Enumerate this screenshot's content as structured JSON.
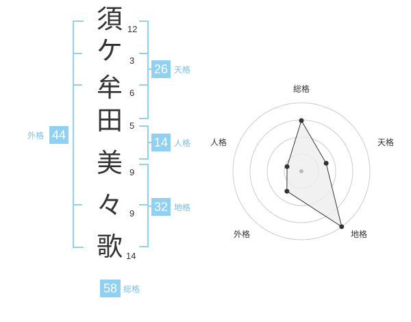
{
  "name": {
    "chars": [
      "須",
      "ケ",
      "牟",
      "田",
      "美",
      "々",
      "歌"
    ],
    "strokes": [
      "12",
      "3",
      "6",
      "5",
      "9",
      "9",
      "14"
    ]
  },
  "fortunes": {
    "tenkaku": {
      "value": "26",
      "label": "天格"
    },
    "jinkaku": {
      "value": "14",
      "label": "人格"
    },
    "chikaku": {
      "value": "32",
      "label": "地格"
    },
    "gaikaku": {
      "value": "44",
      "label": "外格"
    },
    "soukaku": {
      "value": "58",
      "label": "総格"
    }
  },
  "radar": {
    "axes": [
      "総格",
      "天格",
      "地格",
      "外格",
      "人格"
    ],
    "values": [
      0.74,
      0.38,
      1.0,
      0.36,
      0.22
    ],
    "rings": 4,
    "colors": {
      "ring": "#cccccc",
      "fill": "#eeeeee",
      "line": "#333333",
      "point": "#333333",
      "center": "#bbbbbb"
    }
  }
}
